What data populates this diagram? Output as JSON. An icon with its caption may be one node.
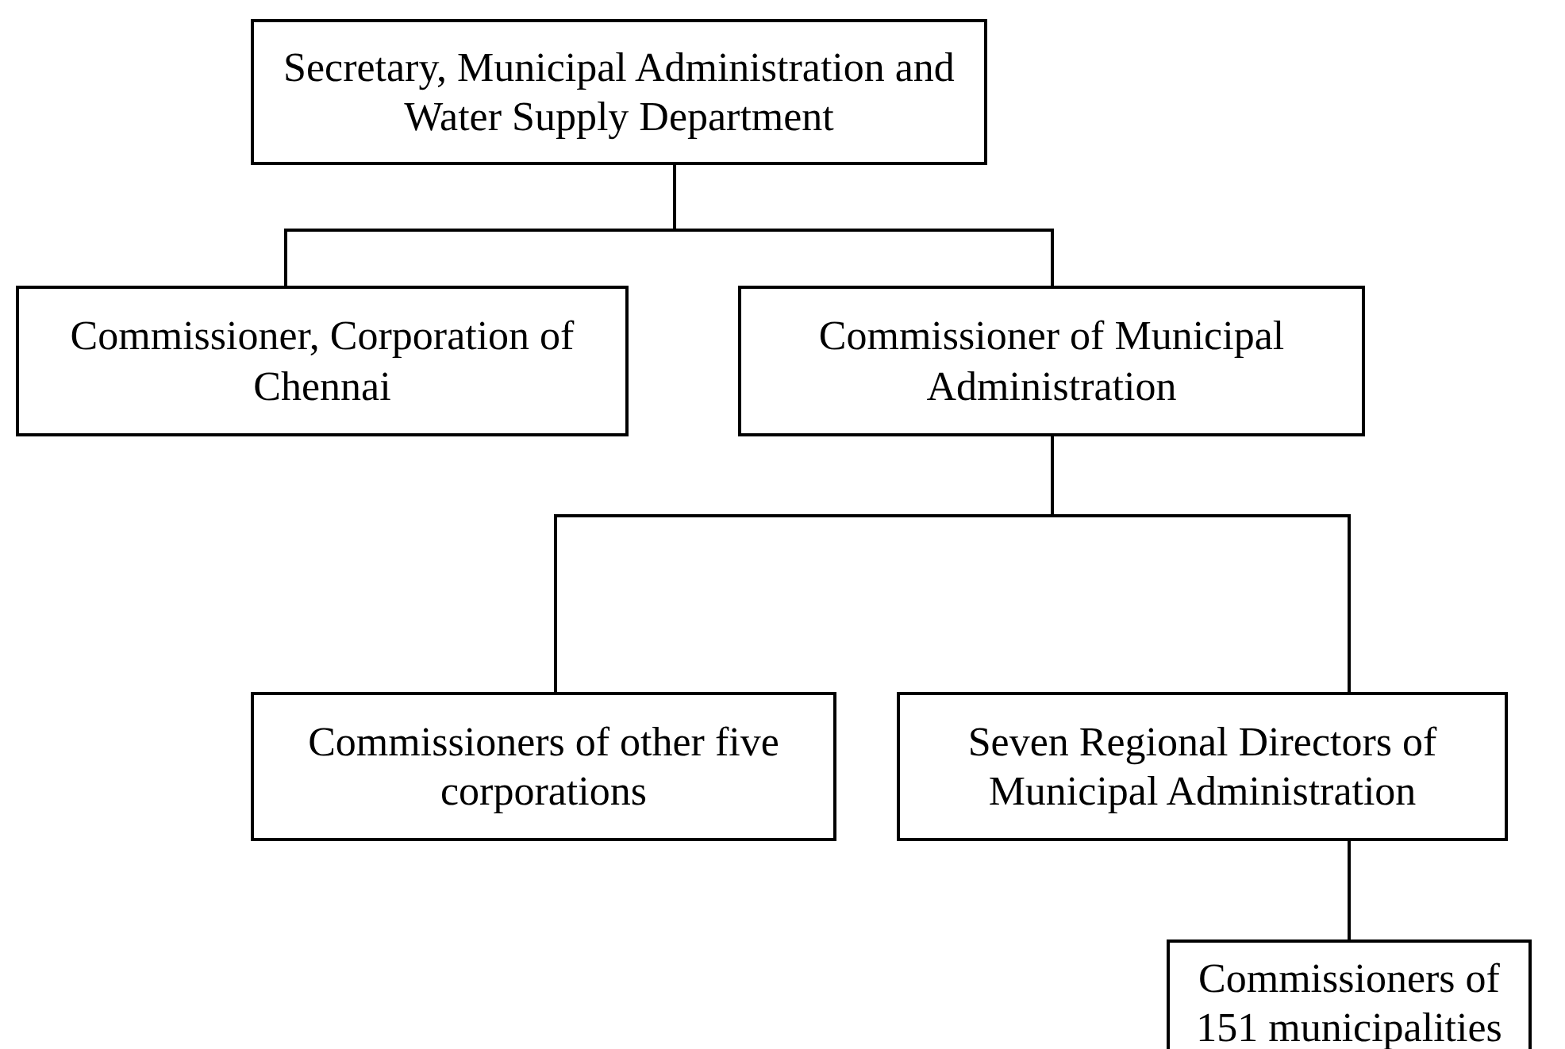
{
  "diagram": {
    "nodes": [
      {
        "text": [
          "Secretary, Municipal Administration and Water Supply Department"
        ]
      },
      {
        "text": [
          "Commissioner, Corporation of Chennai"
        ]
      },
      {
        "text": [
          "Commissioner of Municipal Administration"
        ]
      },
      {
        "text": [
          "Commissioners of other five corporations"
        ]
      },
      {
        "text": [
          "Seven Regional Directors of Municipal Administration"
        ]
      },
      {
        "text": [
          "Commissioners of 151 municipalities"
        ]
      }
    ],
    "edges": [
      {
        "from": 0,
        "to": 1,
        "arrow": "none"
      },
      {
        "from": 0,
        "to": 2,
        "arrow": "none"
      },
      {
        "from": 2,
        "to": 3,
        "arrow": "none"
      },
      {
        "from": 2,
        "to": 4,
        "arrow": "none"
      },
      {
        "from": 4,
        "to": 5,
        "arrow": "none"
      }
    ]
  }
}
